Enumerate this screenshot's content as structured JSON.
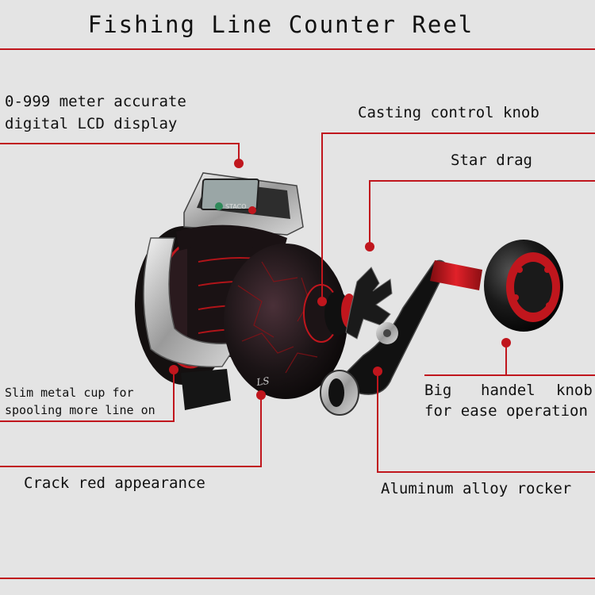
{
  "title": "Fishing Line Counter Reel",
  "colors": {
    "accent": "#c0161d",
    "background": "#e4e4e4"
  },
  "product": {
    "brand_mark": "STACO",
    "model_mark": "LS"
  },
  "labels": {
    "lcd_display_line1": "0-999 meter accurate",
    "lcd_display_line2": "digital LCD display",
    "casting_control": "Casting control knob",
    "star_drag": "Star drag",
    "slim_cup_line1": "Slim metal cup for",
    "slim_cup_line2": "spooling more line on",
    "big_knob_word1": "Big",
    "big_knob_word2": "handel",
    "big_knob_word3": "knob",
    "big_knob_line2": "for ease operation",
    "crack_red": "Crack red appearance",
    "aluminum_rocker": "Aluminum alloy rocker"
  }
}
